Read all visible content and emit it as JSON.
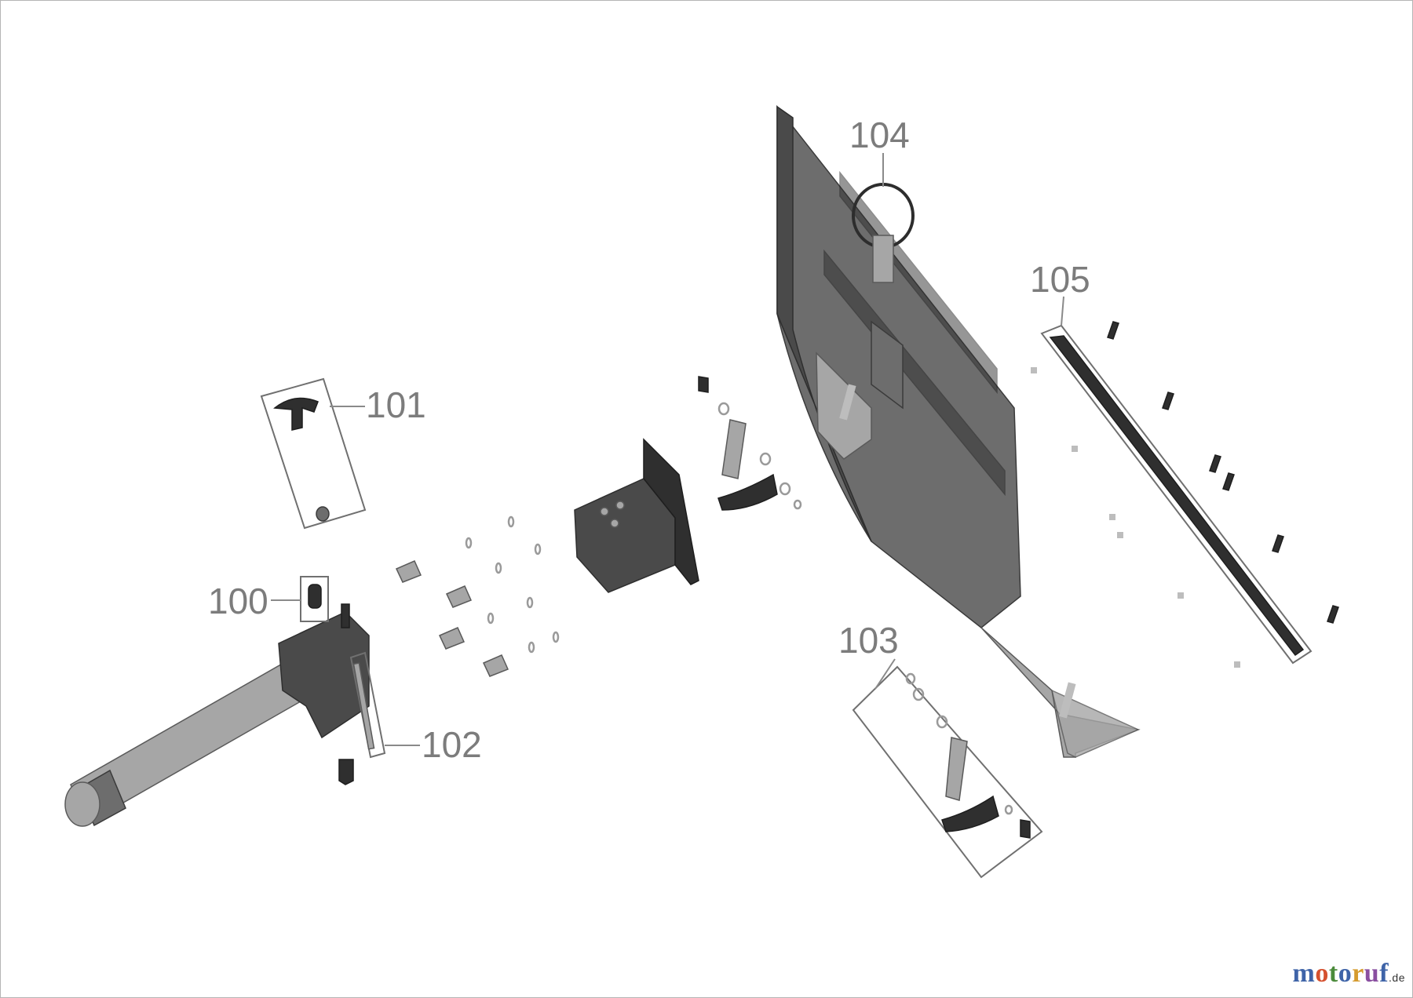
{
  "callouts": {
    "c100": "100",
    "c101": "101",
    "c102": "102",
    "c103": "103",
    "c104": "104",
    "c105": "105"
  },
  "watermark": {
    "brand_letters": [
      "m",
      "o",
      "t",
      "o",
      "r",
      "u",
      "f"
    ],
    "tld": ".de"
  },
  "colors": {
    "part_dark": "#2f2f2f",
    "part_mid": "#6d6d6d",
    "part_light": "#a6a6a6",
    "callout_text": "#7c7c7c"
  }
}
